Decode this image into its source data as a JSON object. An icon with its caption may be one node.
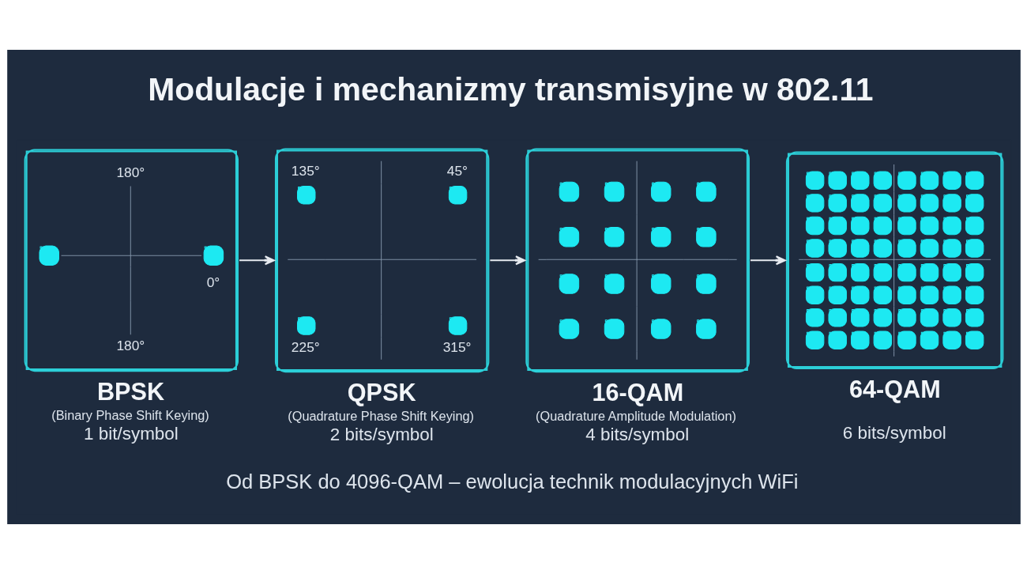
{
  "diagram": {
    "title": "Modulacje i mechanizmy transmisyjne w 802.11",
    "caption": "Od BPSK do 4096-QAM – ewolucja technik modulacyjnych WiFi",
    "nodes": [
      {
        "text": [
          "180°",
          "0°",
          "180°",
          "BPSK",
          "(Binary Phase Shift Keying)",
          "1 bit/symbol"
        ]
      },
      {
        "text": [
          "135°",
          "45°",
          "225°",
          "315°",
          "QPSK",
          "(Quadrature Phase Shift Keying)",
          "2 bits/symbol"
        ]
      },
      {
        "text": [
          "16-QAM",
          "(Quadrature Amplitude Modulation)",
          "4 bits/symbol"
        ]
      },
      {
        "text": [
          "64-QAM",
          "6 bits/symbol"
        ]
      }
    ],
    "edges": [
      {
        "from": 0,
        "to": 1,
        "arrow": "to"
      },
      {
        "from": 1,
        "to": 2,
        "arrow": "to"
      },
      {
        "from": 2,
        "to": 3,
        "arrow": "to"
      }
    ]
  }
}
